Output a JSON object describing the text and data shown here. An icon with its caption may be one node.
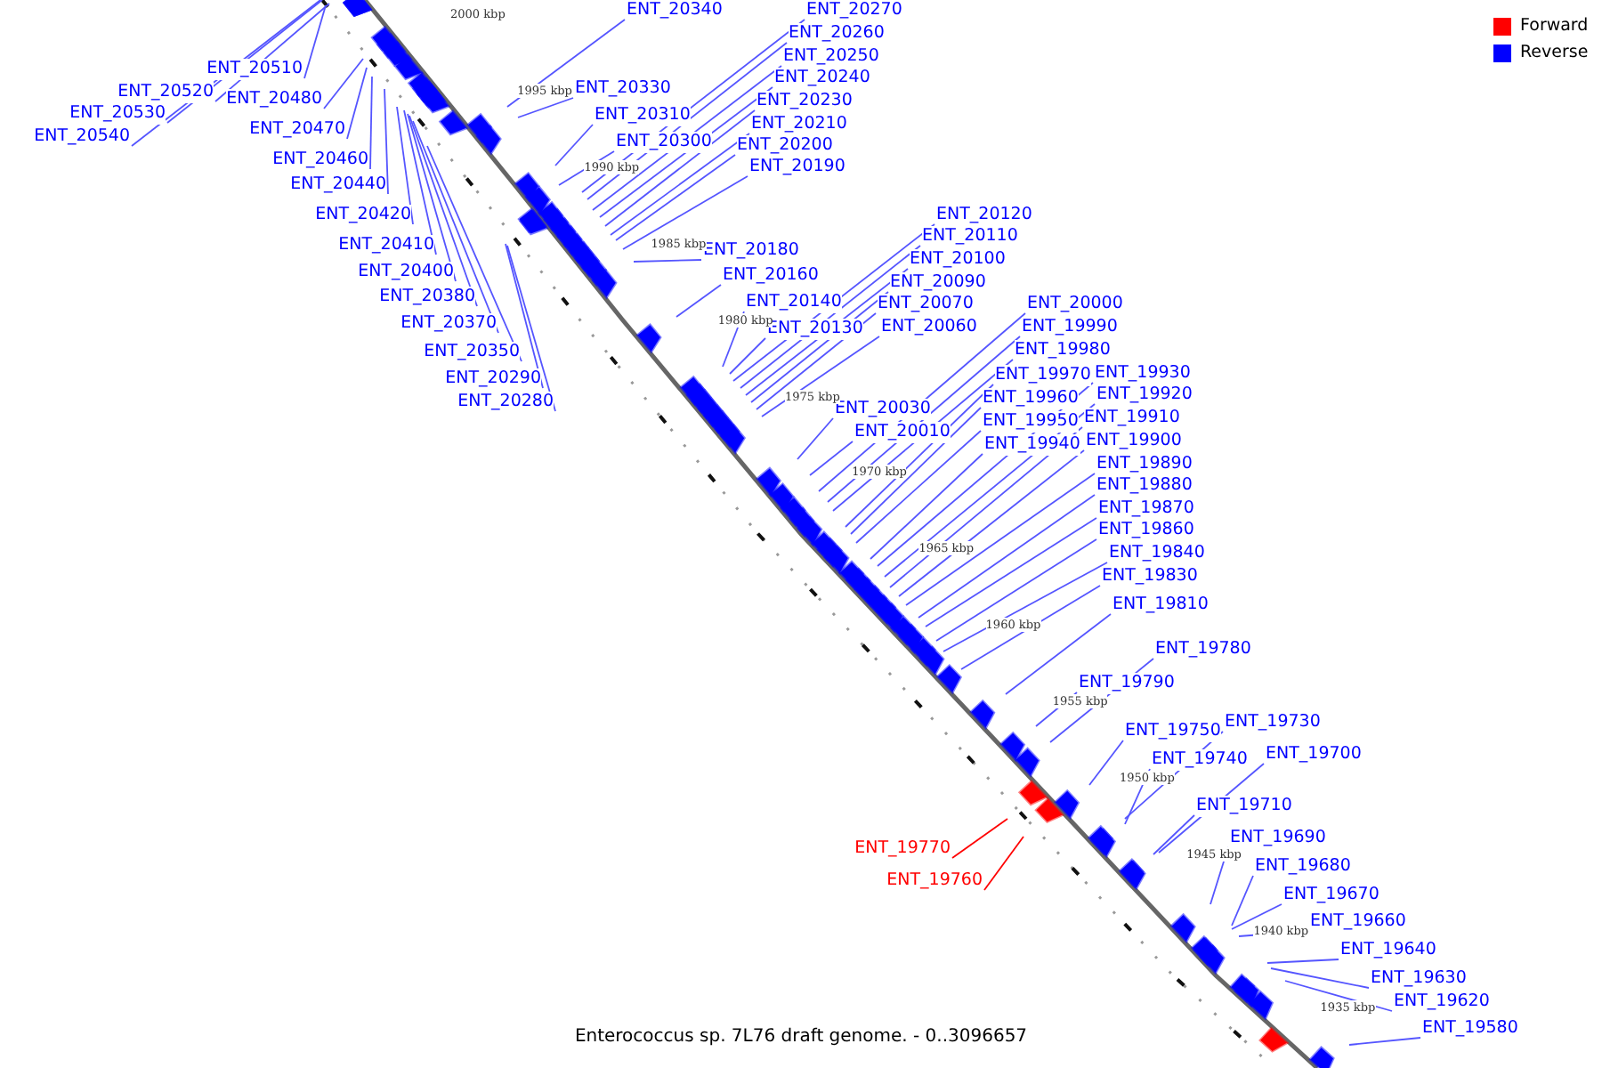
{
  "diagram": {
    "caption": "Enterococcus sp. 7L76 draft genome. - 0..3096657",
    "nodes": [
      {
        "text": [
          "ENT_20510"
        ]
      },
      {
        "text": [
          "ENT_20520"
        ]
      },
      {
        "text": [
          "ENT_20530"
        ]
      },
      {
        "text": [
          "ENT_20540"
        ]
      },
      {
        "text": [
          "ENT_20480"
        ]
      },
      {
        "text": [
          "ENT_20470"
        ]
      },
      {
        "text": [
          "ENT_20460"
        ]
      },
      {
        "text": [
          "ENT_20440"
        ]
      },
      {
        "text": [
          "ENT_20420"
        ]
      },
      {
        "text": [
          "ENT_20410"
        ]
      },
      {
        "text": [
          "ENT_20400"
        ]
      },
      {
        "text": [
          "ENT_20380"
        ]
      },
      {
        "text": [
          "ENT_20370"
        ]
      },
      {
        "text": [
          "ENT_20350"
        ]
      },
      {
        "text": [
          "ENT_20290"
        ]
      },
      {
        "text": [
          "ENT_20280"
        ]
      },
      {
        "text": [
          "ENT_20340"
        ]
      },
      {
        "text": [
          "ENT_20330"
        ]
      },
      {
        "text": [
          "ENT_20310"
        ]
      },
      {
        "text": [
          "ENT_20300"
        ]
      },
      {
        "text": [
          "ENT_20270"
        ]
      },
      {
        "text": [
          "ENT_20260"
        ]
      },
      {
        "text": [
          "ENT_20250"
        ]
      },
      {
        "text": [
          "ENT_20240"
        ]
      },
      {
        "text": [
          "ENT_20230"
        ]
      },
      {
        "text": [
          "ENT_20210"
        ]
      },
      {
        "text": [
          "ENT_20200"
        ]
      },
      {
        "text": [
          "ENT_20190"
        ]
      },
      {
        "text": [
          "ENT_20180"
        ]
      },
      {
        "text": [
          "ENT_20160"
        ]
      },
      {
        "text": [
          "ENT_20140"
        ]
      },
      {
        "text": [
          "ENT_20130"
        ]
      },
      {
        "text": [
          "ENT_20120"
        ]
      },
      {
        "text": [
          "ENT_20110"
        ]
      },
      {
        "text": [
          "ENT_20100"
        ]
      },
      {
        "text": [
          "ENT_20090"
        ]
      },
      {
        "text": [
          "ENT_20070"
        ]
      },
      {
        "text": [
          "ENT_20060"
        ]
      },
      {
        "text": [
          "ENT_20030"
        ]
      },
      {
        "text": [
          "ENT_20010"
        ]
      },
      {
        "text": [
          "ENT_20000"
        ]
      },
      {
        "text": [
          "ENT_19990"
        ]
      },
      {
        "text": [
          "ENT_19980"
        ]
      },
      {
        "text": [
          "ENT_19970"
        ]
      },
      {
        "text": [
          "ENT_19960"
        ]
      },
      {
        "text": [
          "ENT_19950"
        ]
      },
      {
        "text": [
          "ENT_19940"
        ]
      },
      {
        "text": [
          "ENT_19930"
        ]
      },
      {
        "text": [
          "ENT_19920"
        ]
      },
      {
        "text": [
          "ENT_19910"
        ]
      },
      {
        "text": [
          "ENT_19900"
        ]
      },
      {
        "text": [
          "ENT_19890"
        ]
      },
      {
        "text": [
          "ENT_19880"
        ]
      },
      {
        "text": [
          "ENT_19870"
        ]
      },
      {
        "text": [
          "ENT_19860"
        ]
      },
      {
        "text": [
          "ENT_19840"
        ]
      },
      {
        "text": [
          "ENT_19830"
        ]
      },
      {
        "text": [
          "ENT_19810"
        ]
      },
      {
        "text": [
          "ENT_19780"
        ]
      },
      {
        "text": [
          "ENT_19790"
        ]
      },
      {
        "text": [
          "ENT_19750"
        ]
      },
      {
        "text": [
          "ENT_19730"
        ]
      },
      {
        "text": [
          "ENT_19740"
        ]
      },
      {
        "text": [
          "ENT_19700"
        ]
      },
      {
        "text": [
          "ENT_19710"
        ]
      },
      {
        "text": [
          "ENT_19770"
        ]
      },
      {
        "text": [
          "ENT_19760"
        ]
      },
      {
        "text": [
          "ENT_19690"
        ]
      },
      {
        "text": [
          "ENT_19680"
        ]
      },
      {
        "text": [
          "ENT_19670"
        ]
      },
      {
        "text": [
          "ENT_19660"
        ]
      },
      {
        "text": [
          "ENT_19640"
        ]
      },
      {
        "text": [
          "ENT_19630"
        ]
      },
      {
        "text": [
          "ENT_19620"
        ]
      },
      {
        "text": [
          "ENT_19580"
        ]
      }
    ],
    "edges": [
      {
        "from": 0,
        "to": null,
        "arrow": "none"
      },
      {
        "from": 1,
        "to": null,
        "arrow": "none"
      },
      {
        "from": 2,
        "to": null,
        "arrow": "none"
      },
      {
        "from": 3,
        "to": null,
        "arrow": "none"
      },
      {
        "from": 4,
        "to": null,
        "arrow": "none"
      },
      {
        "from": 5,
        "to": null,
        "arrow": "none"
      },
      {
        "from": 6,
        "to": null,
        "arrow": "none"
      },
      {
        "from": 7,
        "to": null,
        "arrow": "none"
      },
      {
        "from": 8,
        "to": null,
        "arrow": "none"
      },
      {
        "from": 9,
        "to": null,
        "arrow": "none"
      },
      {
        "from": 10,
        "to": null,
        "arrow": "none"
      },
      {
        "from": 11,
        "to": null,
        "arrow": "none"
      },
      {
        "from": 12,
        "to": null,
        "arrow": "none"
      },
      {
        "from": 13,
        "to": null,
        "arrow": "none"
      },
      {
        "from": 14,
        "to": null,
        "arrow": "none"
      },
      {
        "from": 15,
        "to": null,
        "arrow": "none"
      },
      {
        "from": 16,
        "to": null,
        "arrow": "none"
      },
      {
        "from": 17,
        "to": null,
        "arrow": "none"
      },
      {
        "from": 18,
        "to": null,
        "arrow": "none"
      },
      {
        "from": 19,
        "to": null,
        "arrow": "none"
      },
      {
        "from": 20,
        "to": null,
        "arrow": "none"
      },
      {
        "from": 21,
        "to": null,
        "arrow": "none"
      },
      {
        "from": 22,
        "to": null,
        "arrow": "none"
      },
      {
        "from": 23,
        "to": null,
        "arrow": "none"
      },
      {
        "from": 24,
        "to": null,
        "arrow": "none"
      },
      {
        "from": 25,
        "to": null,
        "arrow": "none"
      },
      {
        "from": 26,
        "to": null,
        "arrow": "none"
      },
      {
        "from": 27,
        "to": null,
        "arrow": "none"
      },
      {
        "from": 28,
        "to": null,
        "arrow": "none"
      },
      {
        "from": 29,
        "to": null,
        "arrow": "none"
      },
      {
        "from": 30,
        "to": null,
        "arrow": "none"
      },
      {
        "from": 31,
        "to": null,
        "arrow": "none"
      },
      {
        "from": 32,
        "to": null,
        "arrow": "none"
      },
      {
        "from": 33,
        "to": null,
        "arrow": "none"
      },
      {
        "from": 34,
        "to": null,
        "arrow": "none"
      },
      {
        "from": 35,
        "to": null,
        "arrow": "none"
      },
      {
        "from": 36,
        "to": null,
        "arrow": "none"
      },
      {
        "from": 37,
        "to": null,
        "arrow": "none"
      },
      {
        "from": 38,
        "to": null,
        "arrow": "none"
      },
      {
        "from": 39,
        "to": null,
        "arrow": "none"
      },
      {
        "from": 40,
        "to": null,
        "arrow": "none"
      },
      {
        "from": 41,
        "to": null,
        "arrow": "none"
      },
      {
        "from": 42,
        "to": null,
        "arrow": "none"
      },
      {
        "from": 43,
        "to": null,
        "arrow": "none"
      },
      {
        "from": 44,
        "to": null,
        "arrow": "none"
      },
      {
        "from": 45,
        "to": null,
        "arrow": "none"
      },
      {
        "from": 46,
        "to": null,
        "arrow": "none"
      },
      {
        "from": 47,
        "to": null,
        "arrow": "none"
      },
      {
        "from": 48,
        "to": null,
        "arrow": "none"
      },
      {
        "from": 49,
        "to": null,
        "arrow": "none"
      },
      {
        "from": 50,
        "to": null,
        "arrow": "none"
      },
      {
        "from": 51,
        "to": null,
        "arrow": "none"
      },
      {
        "from": 52,
        "to": null,
        "arrow": "none"
      },
      {
        "from": 53,
        "to": null,
        "arrow": "none"
      },
      {
        "from": 54,
        "to": null,
        "arrow": "none"
      },
      {
        "from": 55,
        "to": null,
        "arrow": "none"
      },
      {
        "from": 56,
        "to": null,
        "arrow": "none"
      },
      {
        "from": 57,
        "to": null,
        "arrow": "none"
      },
      {
        "from": 58,
        "to": null,
        "arrow": "none"
      },
      {
        "from": 59,
        "to": null,
        "arrow": "none"
      },
      {
        "from": 60,
        "to": null,
        "arrow": "none"
      },
      {
        "from": 61,
        "to": null,
        "arrow": "none"
      },
      {
        "from": 62,
        "to": null,
        "arrow": "none"
      },
      {
        "from": 63,
        "to": null,
        "arrow": "none"
      },
      {
        "from": 64,
        "to": null,
        "arrow": "none"
      },
      {
        "from": 65,
        "to": null,
        "arrow": "none",
        "color": "#ff0000"
      },
      {
        "from": 66,
        "to": null,
        "arrow": "none",
        "color": "#ff0000"
      },
      {
        "from": 67,
        "to": null,
        "arrow": "none"
      },
      {
        "from": 68,
        "to": null,
        "arrow": "none"
      },
      {
        "from": 69,
        "to": null,
        "arrow": "none"
      },
      {
        "from": 70,
        "to": null,
        "arrow": "none"
      },
      {
        "from": 71,
        "to": null,
        "arrow": "none"
      },
      {
        "from": 72,
        "to": null,
        "arrow": "none"
      },
      {
        "from": 73,
        "to": null,
        "arrow": "none"
      },
      {
        "from": 74,
        "to": null,
        "arrow": "none"
      }
    ],
    "labels": [
      "2000 kbp",
      "1995 kbp",
      "1990 kbp",
      "1985 kbp",
      "1980 kbp",
      "1975 kbp",
      "1970 kbp",
      "1965 kbp",
      "1960 kbp",
      "1955 kbp",
      "1950 kbp",
      "1945 kbp",
      "1940 kbp",
      "1935 kbp"
    ],
    "legend": [
      {
        "text": "Forward",
        "color": "#ff0000"
      },
      {
        "text": "Reverse",
        "color": "#0000ff"
      }
    ]
  }
}
